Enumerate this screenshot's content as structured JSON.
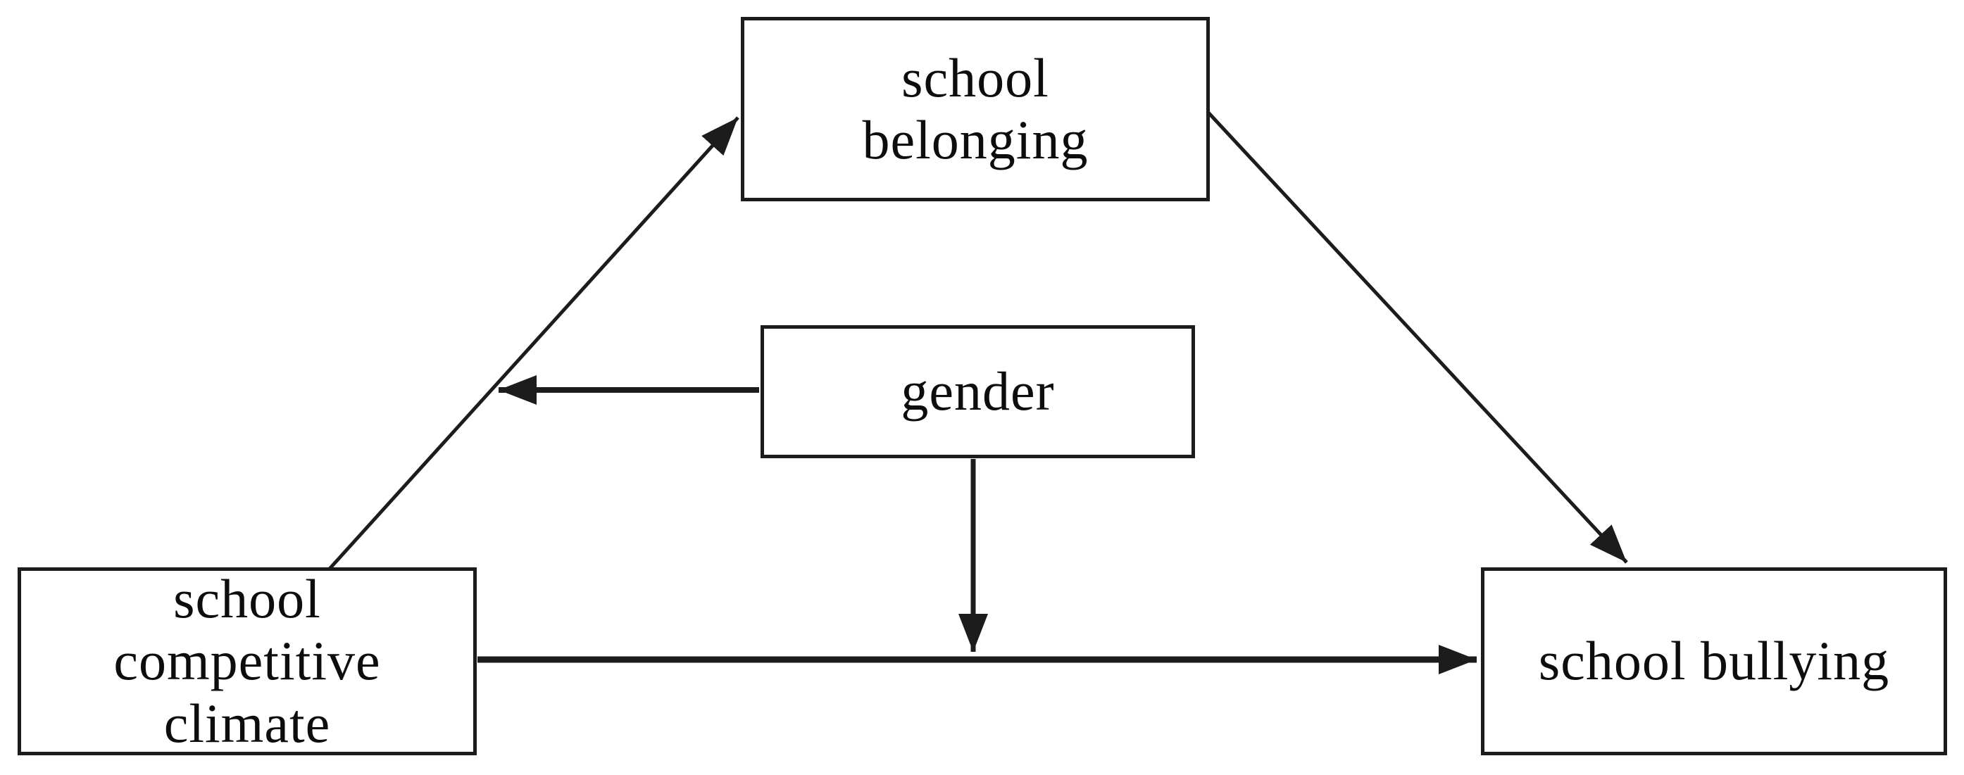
{
  "diagram": {
    "type": "path-model",
    "background_color": "#ffffff",
    "line_color": "#1c1c1c",
    "text_color": "#0d0d0d",
    "nodes": [
      {
        "id": "school-belonging",
        "label": "school\nbelonging"
      },
      {
        "id": "gender",
        "label": "gender"
      },
      {
        "id": "school-competitive-climate",
        "label": "school\ncompetitive\nclimate"
      },
      {
        "id": "school-bullying",
        "label": "school bullying"
      }
    ],
    "edges": [
      {
        "from": "school-competitive-climate",
        "to": "school-belonging",
        "style": "arrow"
      },
      {
        "from": "school-belonging",
        "to": "school-bullying",
        "style": "arrow"
      },
      {
        "from": "school-competitive-climate",
        "to": "school-bullying",
        "style": "arrow"
      },
      {
        "from": "gender",
        "to": "path: school-competitive-climate → school-belonging",
        "style": "arrow"
      },
      {
        "from": "gender",
        "to": "path: school-competitive-climate → school-bullying",
        "style": "arrow"
      }
    ]
  }
}
